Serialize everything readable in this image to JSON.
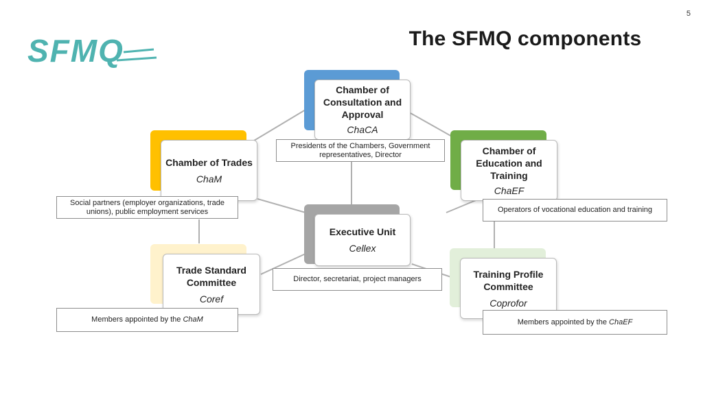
{
  "page_number": "5",
  "title": "The SFMQ components",
  "logo_text": "SFMQ",
  "colors": {
    "chaca": "#5b9bd5",
    "cham": "#ffc000",
    "chaef": "#70ad47",
    "cellex": "#a5a5a5",
    "coref": "#fff2cc",
    "coprofor": "#e2efda",
    "logo": "#4fb3b0"
  },
  "components": {
    "chaca": {
      "name": "Chamber of Consultation and Approval",
      "abbr": "ChaCA",
      "members": "Presidents of the Chambers, Government representatives, Director"
    },
    "cham": {
      "name": "Chamber of Trades",
      "abbr": "ChaM",
      "members": "Social partners (employer organizations, trade unions), public employment services"
    },
    "chaef": {
      "name": "Chamber of Education and Training",
      "abbr": "ChaEF",
      "members": "Operators of vocational education and training"
    },
    "cellex": {
      "name": "Executive Unit",
      "abbr": "Cellex",
      "members": "Director, secretariat, project managers"
    },
    "coref": {
      "name": "Trade Standard Committee",
      "abbr": "Coref",
      "members_prefix": "Members appointed by the ",
      "members_ref": "ChaM"
    },
    "coprofor": {
      "name": "Training Profile Committee",
      "abbr": "Coprofor",
      "members_prefix": "Members appointed by the ",
      "members_ref": "ChaEF"
    }
  }
}
